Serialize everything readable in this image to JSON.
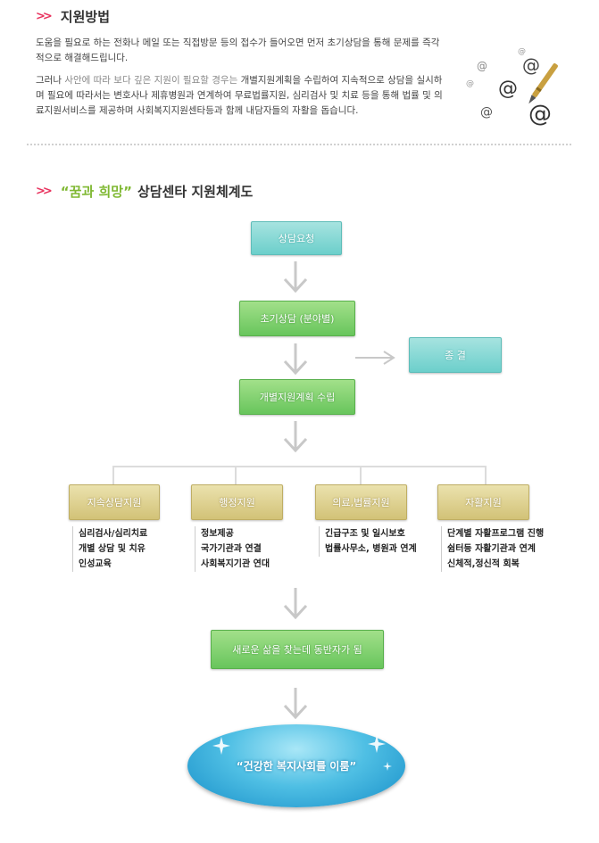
{
  "section1": {
    "title": "지원방법",
    "para1": "도움을 필요로 하는 전화나 메일 또는 직접방문 등의 접수가 들어오면 먼저 초기상담을 통해 문제를 즉각적으로 해결해드립니다.",
    "para2_a": "그러나 ",
    "para2_b": "사안에 따라 보다 깊은 지원이 필요할 경우는",
    "para2_c": " 개별지원계획을 수립하여 지속적으로 상담을 실시하며 필요에 따라서는 변호사나 제휴병원과 연계하여 무료법률지원, 심리검사 및 치료 등을 통해 법률 및 의료지원서비스를 제공하며 사회복지지원센타등과 함께 내담자들의 자활을 돕습니다."
  },
  "section2": {
    "title_quoted": "“꿈과 희망”",
    "title_rest": "상담센타 지원체계도"
  },
  "flow": {
    "step1": "상담요청",
    "step2": "초기상담 (분야별)",
    "end": "종    결",
    "step3": "개별지원계획 수립",
    "branches": [
      {
        "label": "지속상담지원",
        "items": [
          "심리검사/심리치료",
          "개별 상담 및 치유",
          "인성교육"
        ]
      },
      {
        "label": "행정지원",
        "items": [
          "정보제공",
          "국가기관과 연결",
          "사회복지기관 연대"
        ]
      },
      {
        "label": "의료,법률지원",
        "items": [
          "긴급구조 및 일시보호",
          "법률사무소, 병원과 연계"
        ]
      },
      {
        "label": "자활지원",
        "items": [
          "단계별 자활프로그램 진행",
          "쉼터등 자활기관과 연계",
          "신체적,정신적 회복"
        ]
      }
    ],
    "step4": "새로운 삶을 찾는데 동반자가 됨",
    "goal": "“건강한 복지사회를 이룸”"
  },
  "colors": {
    "accent": "#e8335e",
    "green_text": "#7fb832",
    "teal": "#6ccfcb",
    "green": "#68c55c",
    "gold": "#d2c277"
  }
}
